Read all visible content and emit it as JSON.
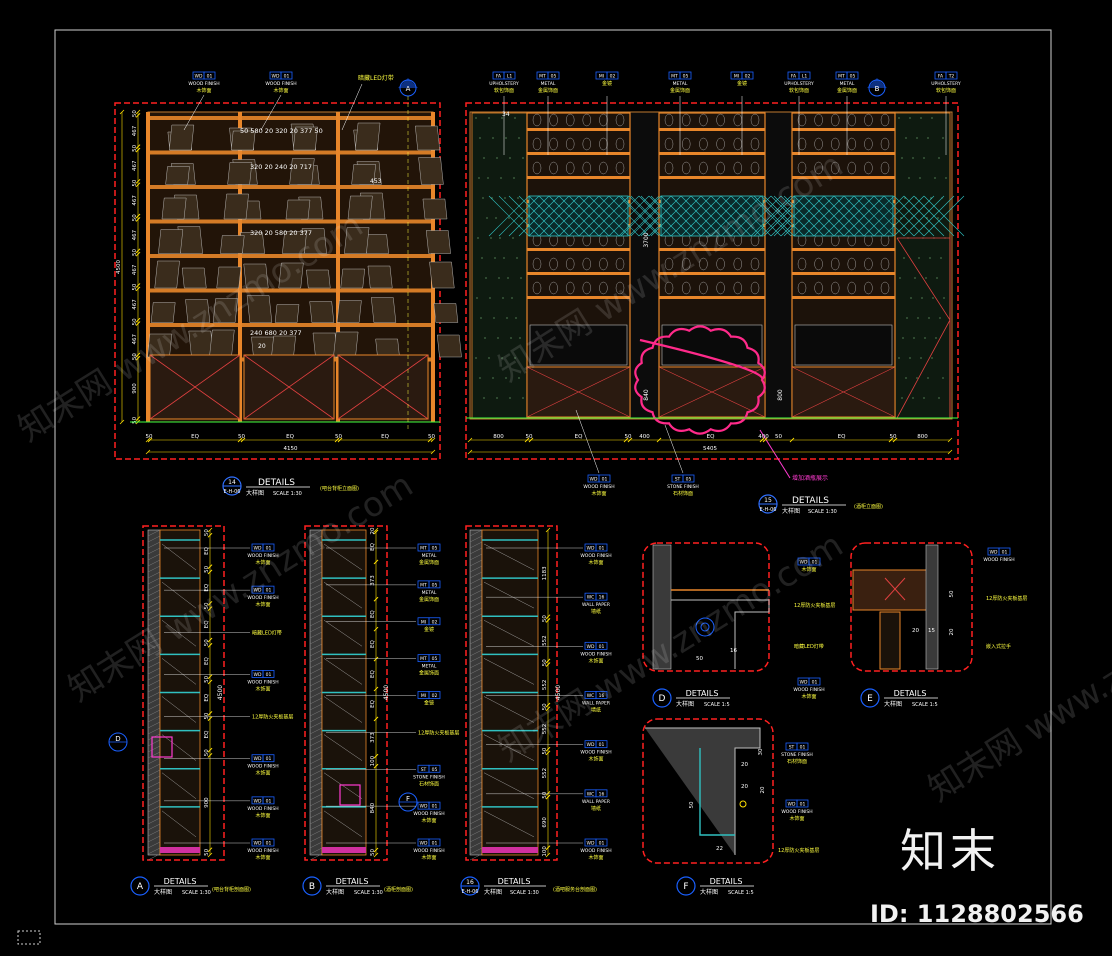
{
  "colors": {
    "background": "#000000",
    "frame": "#d0d0d0",
    "title_box": "#ff2020",
    "shelf": "#e8862a",
    "wood": "#7a4a2a",
    "grid": "#30c0c0",
    "dim": "#ffe000",
    "yellow_text": "#ffff40",
    "white_text": "#ffffff",
    "callout_box": "#1a60ff",
    "cloud": "#ff2a8a",
    "revision": "#ff3ad0",
    "green": "#40ff40"
  },
  "elevation_a": {
    "tags": [
      {
        "code": "WD",
        "num": "01",
        "en": "WOOD FINISH",
        "cn": "木饰面"
      },
      {
        "code": "WD",
        "num": "01",
        "en": "WOOD FINISH",
        "cn": "木饰面"
      }
    ],
    "note": "暗藏LED灯带",
    "section_marker": "A",
    "widths_top": [
      "50",
      "580",
      "20",
      "320",
      "20",
      "377",
      "50"
    ],
    "widths_mid1": [
      "320",
      "20",
      "240",
      "20",
      "717"
    ],
    "widths_mid2": [
      "320",
      "20",
      "580",
      "20",
      "377"
    ],
    "widths_mid3": [
      "240",
      "680",
      "20",
      "377"
    ],
    "widths_gap": "20",
    "right_dim": "453",
    "heights": [
      "50",
      "467",
      "50",
      "467",
      "50",
      "467",
      "50",
      "467",
      "50",
      "467",
      "50",
      "467",
      "50",
      "467",
      "50",
      "900",
      "50"
    ],
    "total_height": "4500",
    "bottom_dims": [
      "50",
      "EQ",
      "50",
      "EQ",
      "50",
      "EQ",
      "50"
    ],
    "total_width": "4150",
    "label_num": "14",
    "label_sheet": "E-H-06",
    "label_title": "DETAILS",
    "label_cn": "大样图",
    "label_scale": "SCALE 1:30",
    "label_note": "(吧台背柜立面图)"
  },
  "elevation_b": {
    "tags": [
      {
        "code": "FA",
        "num": "L1",
        "en": "UPHOLSTERY",
        "cn": "软包饰面"
      },
      {
        "code": "MT",
        "num": "05",
        "en": "METAL",
        "cn": "金属饰面"
      },
      {
        "code": "MI",
        "num": "02",
        "en": "",
        "cn": "金镜"
      },
      {
        "code": "MT",
        "num": "05",
        "en": "METAL",
        "cn": "金属饰面"
      },
      {
        "code": "MI",
        "num": "02",
        "en": "",
        "cn": "金镜"
      },
      {
        "code": "FA",
        "num": "L1",
        "en": "UPHOLSTERY",
        "cn": "软包饰面"
      },
      {
        "code": "MT",
        "num": "05",
        "en": "METAL",
        "cn": "金属饰面"
      },
      {
        "code": "FA",
        "num": "T2",
        "en": "UPHOLSTERY",
        "cn": "软包饰面"
      }
    ],
    "section_marker": "B",
    "dim_left": "34",
    "dim_height": "3700",
    "dim_840": "840",
    "dim_800": "800",
    "bottom_dims": [
      "800",
      "50",
      "EQ",
      "50",
      "400",
      "EQ",
      "400",
      "50",
      "EQ",
      "50",
      "800"
    ],
    "total_width": "5405",
    "bottom_tags": [
      {
        "code": "WD",
        "num": "01",
        "en": "WOOD FINISH",
        "cn": "木饰面"
      },
      {
        "code": "ST",
        "num": "05",
        "en": "STONE FINISH",
        "cn": "石材饰面"
      }
    ],
    "revision_note": "增加酒瓶展示",
    "label_num": "15",
    "label_sheet": "E-H-06",
    "label_title": "DETAILS",
    "label_cn": "大样图",
    "label_scale": "SCALE 1:30",
    "label_note": "(酒柜立面图)"
  },
  "section_a": {
    "tags": [
      {
        "code": "WD",
        "num": "01",
        "en": "WOOD FINISH",
        "cn": "木饰面"
      },
      {
        "code": "WD",
        "num": "01",
        "en": "WOOD FINISH",
        "cn": "木饰面"
      },
      {
        "code": "",
        "num": "",
        "en": "",
        "cn": "暗藏LED灯带"
      },
      {
        "code": "WD",
        "num": "01",
        "en": "WOOD FINISH",
        "cn": "木饰面"
      },
      {
        "code": "",
        "num": "",
        "en": "",
        "cn": "12厚防火夹板基层"
      },
      {
        "code": "WD",
        "num": "01",
        "en": "WOOD FINISH",
        "cn": "木饰面"
      },
      {
        "code": "WD",
        "num": "01",
        "en": "WOOD FINISH",
        "cn": "木饰面"
      },
      {
        "code": "WD",
        "num": "01",
        "en": "WOOD FINISH",
        "cn": "木饰面"
      }
    ],
    "dims": [
      "50",
      "EQ",
      "50",
      "EQ",
      "50",
      "EQ",
      "50",
      "EQ",
      "50",
      "EQ",
      "50",
      "EQ",
      "50",
      "900",
      "50"
    ],
    "total": "4500",
    "detail_marker": "D",
    "label_letter": "A",
    "label_title": "DETAILS",
    "label_cn": "大样图",
    "label_scale": "SCALE 1:30",
    "label_note": "(吧台背柜剖面图)"
  },
  "section_b": {
    "tags": [
      {
        "code": "MT",
        "num": "05",
        "en": "METAL",
        "cn": "金属饰面"
      },
      {
        "code": "MT",
        "num": "05",
        "en": "METAL",
        "cn": "金属饰面"
      },
      {
        "code": "MI",
        "num": "02",
        "en": "",
        "cn": "金镜"
      },
      {
        "code": "MT",
        "num": "05",
        "en": "METAL",
        "cn": "金属饰面"
      },
      {
        "code": "MI",
        "num": "02",
        "en": "",
        "cn": "金镜"
      },
      {
        "code": "",
        "num": "",
        "en": "",
        "cn": "12厚防火夹板基层"
      },
      {
        "code": "ST",
        "num": "05",
        "en": "STONE FINISH",
        "cn": "石材饰面"
      },
      {
        "code": "WD",
        "num": "01",
        "en": "WOOD FINISH",
        "cn": "木饰面"
      },
      {
        "code": "WD",
        "num": "01",
        "en": "WOOD FINISH",
        "cn": "木饰面"
      }
    ],
    "dims": [
      "20",
      "EQ",
      "373",
      "EQ",
      "EQ",
      "EQ",
      "EQ",
      "373",
      "100",
      "840",
      "50"
    ],
    "total": "4500",
    "detail_marker": "F",
    "label_letter": "B",
    "label_title": "DETAILS",
    "label_cn": "大样图",
    "label_scale": "SCALE 1:30",
    "label_note": "(酒柜剖面图)"
  },
  "section_c": {
    "tags": [
      {
        "code": "WD",
        "num": "01",
        "en": "WOOD FINISH",
        "cn": "木饰面"
      },
      {
        "code": "WC",
        "num": "16",
        "en": "WALL PAPER",
        "cn": "墙纸"
      },
      {
        "code": "WD",
        "num": "01",
        "en": "WOOD FINISH",
        "cn": "木饰面"
      },
      {
        "code": "WC",
        "num": "16",
        "en": "WALL PAPER",
        "cn": "墙纸"
      },
      {
        "code": "WD",
        "num": "01",
        "en": "WOOD FINISH",
        "cn": "木饰面"
      },
      {
        "code": "WC",
        "num": "16",
        "en": "WALL PAPER",
        "cn": "墙纸"
      },
      {
        "code": "WD",
        "num": "01",
        "en": "WOOD FINISH",
        "cn": "木饰面"
      }
    ],
    "dims": [
      "1183",
      "50",
      "552",
      "50",
      "552",
      "50",
      "552",
      "50",
      "552",
      "50",
      "690",
      "100"
    ],
    "total": "4500",
    "label_num": "16",
    "label_sheet": "E-H-06",
    "label_title": "DETAILS",
    "label_cn": "大样图",
    "label_scale": "SCALE 1:30",
    "label_note": "(酒吧服务台剖面图)"
  },
  "detail_d": {
    "tags": [
      {
        "code": "WD",
        "num": "01",
        "en": "",
        "cn": "木饰面"
      },
      {
        "code": "",
        "num": "",
        "en": "",
        "cn": "12厚防火夹板基层"
      },
      {
        "code": "",
        "num": "",
        "en": "",
        "cn": "暗藏LED灯带"
      },
      {
        "code": "WD",
        "num": "01",
        "en": "WOOD FINISH",
        "cn": "木饰面"
      }
    ],
    "dims": [
      "50",
      "16"
    ],
    "label_letter": "D",
    "label_title": "DETAILS",
    "label_cn": "大样图",
    "label_scale": "SCALE 1:5"
  },
  "detail_e": {
    "tags": [
      {
        "code": "WD",
        "num": "01",
        "en": "WOOD FINISH",
        "cn": ""
      },
      {
        "code": "",
        "num": "",
        "en": "",
        "cn": "12厚防火夹板基层"
      },
      {
        "code": "",
        "num": "",
        "en": "",
        "cn": "嵌入式拉手"
      }
    ],
    "dims": [
      "20",
      "15",
      "20",
      "50"
    ],
    "label_letter": "E",
    "label_title": "DETAILS",
    "label_cn": "大样图",
    "label_scale": "SCALE 1:5"
  },
  "detail_f": {
    "tags": [
      {
        "code": "ST",
        "num": "01",
        "en": "STONE FINISH",
        "cn": "石材饰面"
      },
      {
        "code": "WD",
        "num": "01",
        "en": "WOOD FINISH",
        "cn": "木饰面"
      },
      {
        "code": "",
        "num": "",
        "en": "",
        "cn": "12厚防火夹板基层"
      }
    ],
    "dims": [
      "30",
      "20",
      "20",
      "50",
      "20",
      "22"
    ],
    "label_letter": "F",
    "label_title": "DETAILS",
    "label_cn": "大样图",
    "label_scale": "SCALE 1:5"
  },
  "watermark": {
    "brand_cn": "知末",
    "id_text": "ID: 1128802566",
    "web": "知末网 www.znzmo.com"
  }
}
